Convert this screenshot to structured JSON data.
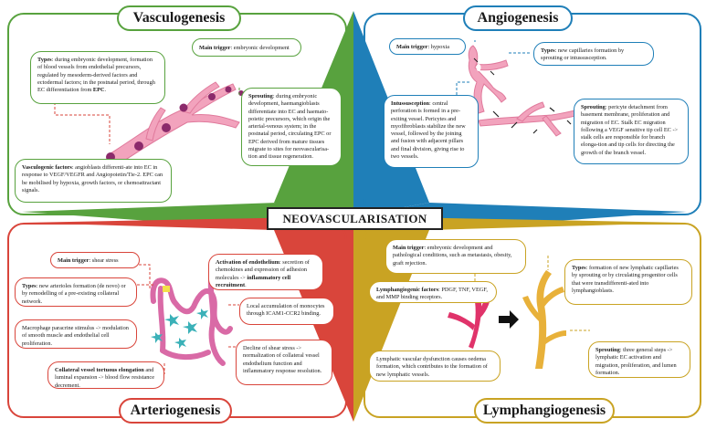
{
  "center_title": "NEOVASCULARISATION",
  "vasculogenesis": {
    "title": "Vasculogenesis",
    "trigger_label": "Main trigger",
    "trigger_text": ": embryonic development",
    "types_label": "Types",
    "types_text": ": during embryonic development, formation of blood vessels from endothelial precursors, regulated by mesoderm-derived factors and ectodermal factors; in the postnatal period, through EC differentiation from ",
    "types_epc": "EPC",
    "types_end": ".",
    "sprouting_label": "Sprouting",
    "sprouting_text": ": during embryonic development, haemangioblasts differentiate into EC and haemato-poietic precursors, which origin the arterial-venous system; in the postnatal period, circulating EPC or EPC derived from mature tissues migrate to sites for neovascularisa-tion and tissue regeneration.",
    "factors_label": "Vasculogenic factors",
    "factors_text": ": angioblasts differenti-ate into EC in response to VEGF/VEGFR and Angiopoietin/Tie-2. EPC can be mobilised by hypoxia, growth factors, or chemoattractant signals."
  },
  "angiogenesis": {
    "title": "Angiogenesis",
    "trigger_label": "Main trigger",
    "trigger_text": ": hypoxia",
    "types_label": "Types",
    "types_text": ": new capillaries formation by sprouting or intussusception.",
    "intus_label": "Intussusception",
    "intus_text": ": central perforation is formed in a pre-exiting vessel. Pericytes and myofibroblasts stabilize the new vessel, followed by the joining and fusion with adjacent pillars and final division, giving rise to two vessels.",
    "sprouting_label": "Sprouting",
    "sprouting_text": ": pericyte detachment from basement membrane, proliferation and migration of EC. Stalk EC migration following a VEGF sensitive tip cell EC -> stalk cells are responsible for branch elonga-tion and tip cells for directing the growth of the branch vessel."
  },
  "arteriogenesis": {
    "title": "Arteriogenesis",
    "trigger_label": "Main trigger",
    "trigger_text": ": shear stress",
    "types_label": "Types",
    "types_text": ": new arterioles formation (de novo) or by remodelling of a pre-existing collateral network.",
    "macrophage_text": "Macrophage paracrine stimulus -> modulation of smooth muscle and endothelial cell proliferation.",
    "tortuous_label": "Collateral vessel tortuous elongation",
    "tortuous_text": " and luminal expansion -> blood flow resistance decrement.",
    "activation_label": "Activation of endothelium",
    "activation_text": ": secretion of chemokines and expression of adhesion molecules -> ",
    "activation_bold": "inflammatory cell recruitment",
    "activation_end": ".",
    "monocytes_text": "Local accumulation of monocytes through ICAM1-CCR2 binding.",
    "decline_text": "Decline of shear stress -> normalization of collateral vessel endothelium function and inflammatory response resolution."
  },
  "lymphangiogenesis": {
    "title": "Lymphangiogenesis",
    "trigger_label": "Main trigger",
    "trigger_text": ": embryonic development and pathological conditions, such as metastasis, obesity, graft rejection.",
    "factors_label": "Lymphangiogenic factors",
    "factors_text": ": PDGF, TNF, VEGF, and MMP binding receptors.",
    "types_label": "Types",
    "types_text": ": formation of new lymphatic capillaries by sprouting or by circulating progenitor cells that were transdifferenti-ated into lymphangioblasts.",
    "dysfunction_text": "Lymphatic vascular dysfunction causes oedema formation, which contributes to the formation of new lymphatic vessels.",
    "sprouting_label": "Sprouting",
    "sprouting_text": ": three general steps -> lymphatic EC activation and migration, proliferation, and lumen formation."
  },
  "colors": {
    "green": "#58a23e",
    "blue": "#1f7fb8",
    "red": "#d9453b",
    "yellow": "#c9a323",
    "vessel_pink": "#f2a3bd",
    "lymph_orange": "#e8b13a"
  }
}
